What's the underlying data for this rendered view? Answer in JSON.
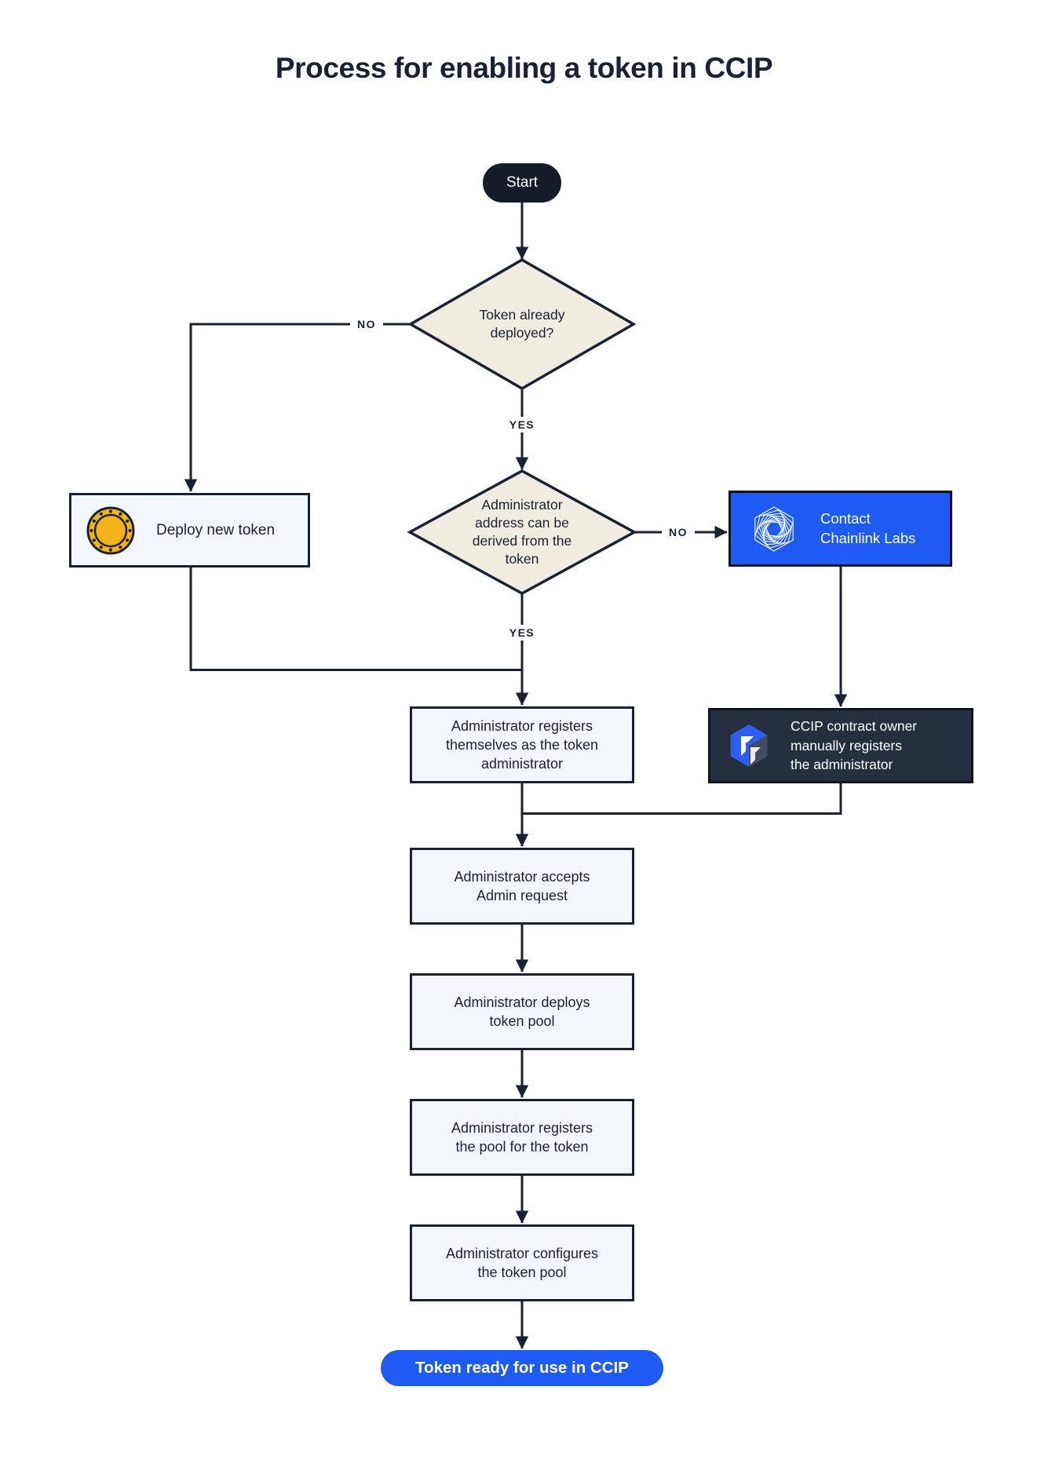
{
  "title": "Process for enabling a token in CCIP",
  "colors": {
    "ink": "#1a2132",
    "diamond_fill": "#f1ece1",
    "process_box_fill": "#f3f6fb",
    "accent_blue": "#1d5bf2",
    "dark_box_fill": "#262f3f",
    "start_pill_fill": "#161b28",
    "coin_gold": "#f5b31a",
    "background": "#ffffff"
  },
  "nodes": {
    "start": {
      "label": "Start"
    },
    "token_deployed_decision": {
      "label": "Token already\ndeployed?"
    },
    "deploy_new_token": {
      "label": "Deploy new token",
      "icon": "coin-icon"
    },
    "admin_address_decision": {
      "label": "Administrator\naddress can be\nderived from the\ntoken"
    },
    "contact_chainlink_labs": {
      "label": "Contact\nChainlink Labs",
      "icon": "chainlink-labs-icon"
    },
    "ccip_owner_registers": {
      "label": "CCIP contract owner\nmanually registers\nthe administrator",
      "icon": "ccip-icon"
    },
    "admin_registers_self": {
      "label": "Administrator registers\nthemselves as the token\nadministrator"
    },
    "admin_accepts_request": {
      "label": "Administrator accepts\nAdmin request"
    },
    "admin_deploys_pool": {
      "label": "Administrator deploys\ntoken pool"
    },
    "admin_registers_pool": {
      "label": "Administrator registers\nthe pool for the token"
    },
    "admin_configures_pool": {
      "label": "Administrator configures\nthe token pool"
    },
    "end": {
      "label": "Token ready for use in CCIP"
    }
  },
  "edge_labels": {
    "no_token_deployed": "NO",
    "yes_token_deployed": "YES",
    "no_admin_address": "NO",
    "yes_admin_address": "YES"
  }
}
